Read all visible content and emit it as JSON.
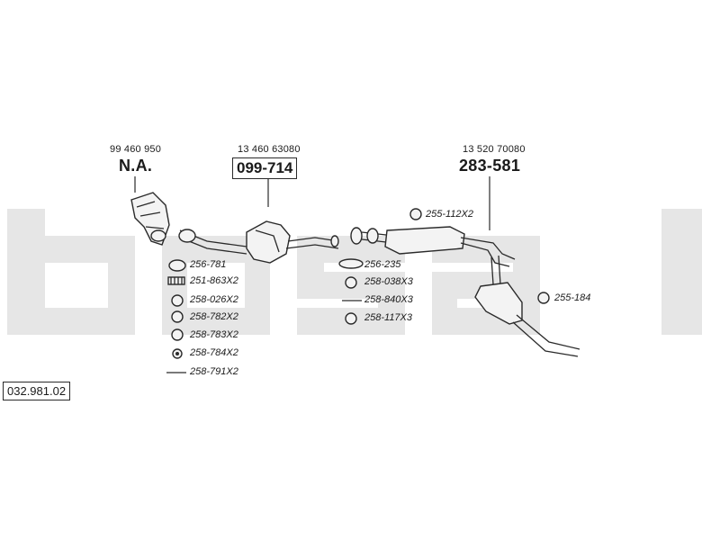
{
  "catalog_ref": "032.981.02",
  "watermark": "bosal",
  "groups": [
    {
      "oe_number": "99 460 950",
      "part_number": "N.A."
    },
    {
      "oe_number": "13 460 63080",
      "part_number": "099-714"
    },
    {
      "oe_number": "13 520 70080",
      "part_number": "283-581"
    }
  ],
  "accessories_left": [
    "256-781",
    "251-863X2",
    "258-026X2",
    "258-782X2",
    "258-783X2",
    "258-784X2",
    "258-791X2"
  ],
  "accessories_middle": [
    "256-235",
    "258-038X3",
    "258-840X3",
    "258-117X3"
  ],
  "accessories_right": [
    "255-112X2",
    "255-184"
  ]
}
